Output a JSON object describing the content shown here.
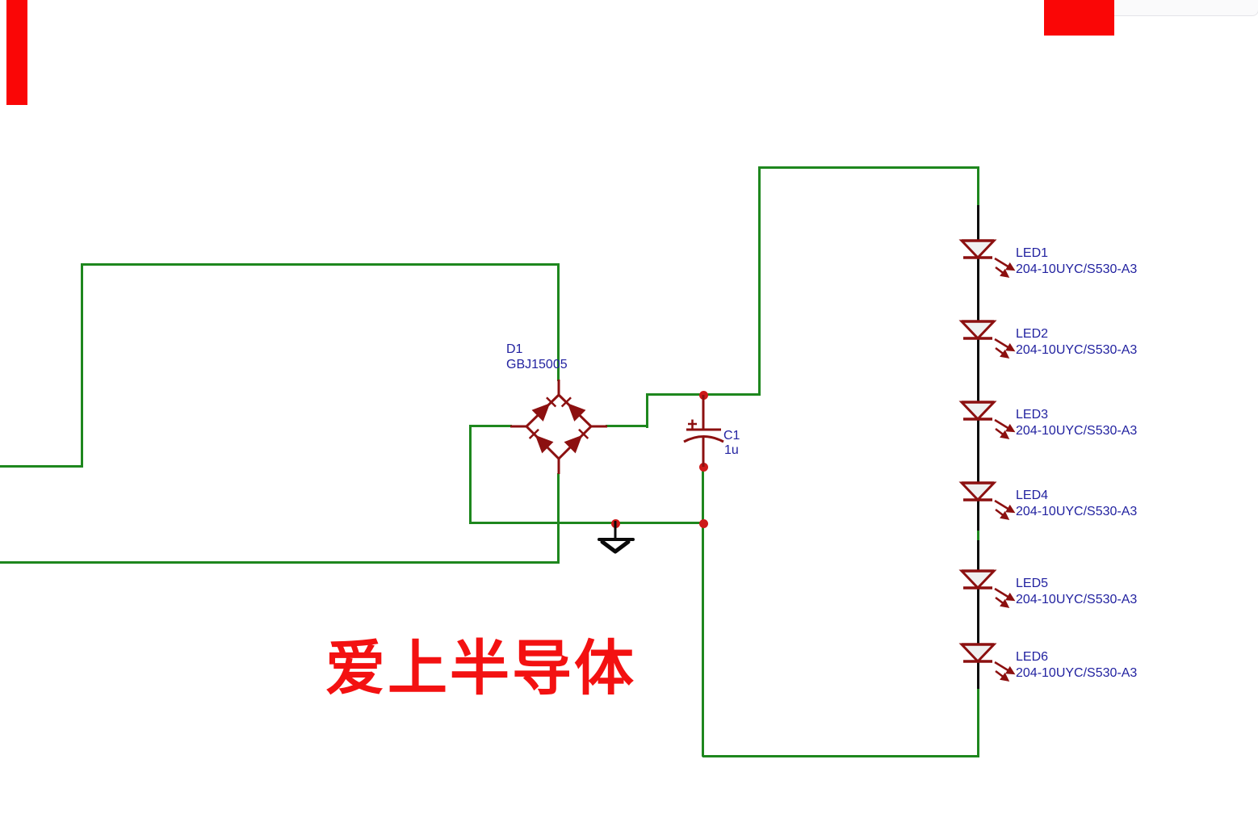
{
  "watermark": {
    "text": "爱上半导体"
  },
  "colors": {
    "wire": "#1e871e",
    "component": "#8c1010",
    "junction": "#cd1919",
    "label": "#2222a0",
    "black": "#0a0a0a",
    "watermark": "#f31111",
    "redaction": "#fa0606"
  },
  "icons": {
    "bridge": "bridge-rectifier",
    "capacitor": "polarized-capacitor",
    "ground": "signal-ground",
    "led": "led-diode",
    "junction": "junction-dot",
    "emission": "light-emission-arrows"
  },
  "components": {
    "bridge": {
      "designator": "D1",
      "part": "GBJ15005"
    },
    "capacitor": {
      "designator": "C1",
      "value": "1u"
    },
    "leds": [
      {
        "name": "LED1",
        "part": "204-10UYC/S530-A3"
      },
      {
        "name": "LED2",
        "part": "204-10UYC/S530-A3"
      },
      {
        "name": "LED3",
        "part": "204-10UYC/S530-A3"
      },
      {
        "name": "LED4",
        "part": "204-10UYC/S530-A3"
      },
      {
        "name": "LED5",
        "part": "204-10UYC/S530-A3"
      },
      {
        "name": "LED6",
        "part": "204-10UYC/S530-A3"
      }
    ]
  }
}
